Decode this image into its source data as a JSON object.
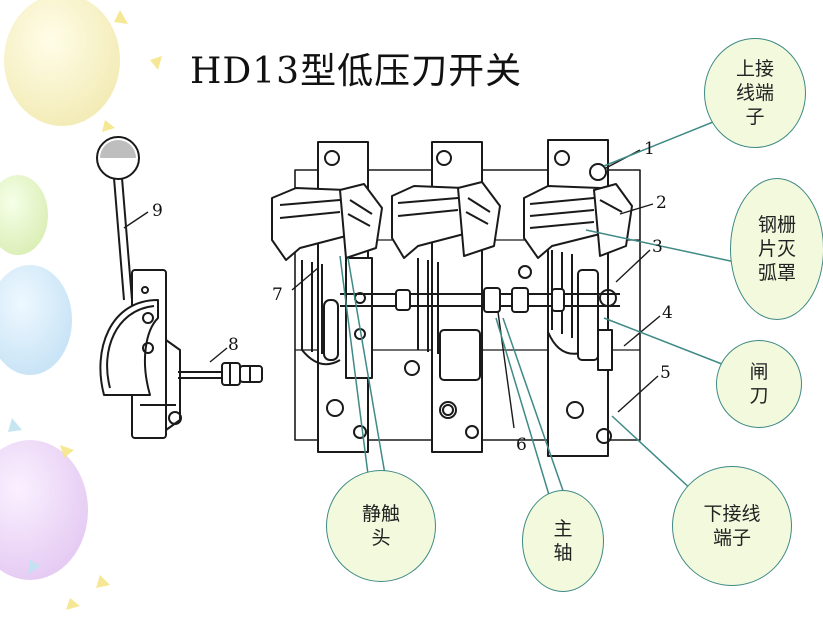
{
  "title": "HD13型低压刀开关",
  "callouts": {
    "upper_terminal": "上接\n线端\n子",
    "arc_chute": "钢栅\n片灭\n弧罩",
    "blade": "闸\n刀",
    "lower_terminal": "下接线\n端子",
    "static_contact": "静触\n头",
    "main_shaft": "主\n轴"
  },
  "part_numbers": {
    "n1": "1",
    "n2": "2",
    "n3": "3",
    "n4": "4",
    "n5": "5",
    "n6": "6",
    "n7": "7",
    "n8": "8",
    "n9": "9"
  },
  "colors": {
    "callout_fill": "#f2f9dc",
    "callout_stroke": "#3f8a86",
    "line": "#1a1a1a"
  }
}
